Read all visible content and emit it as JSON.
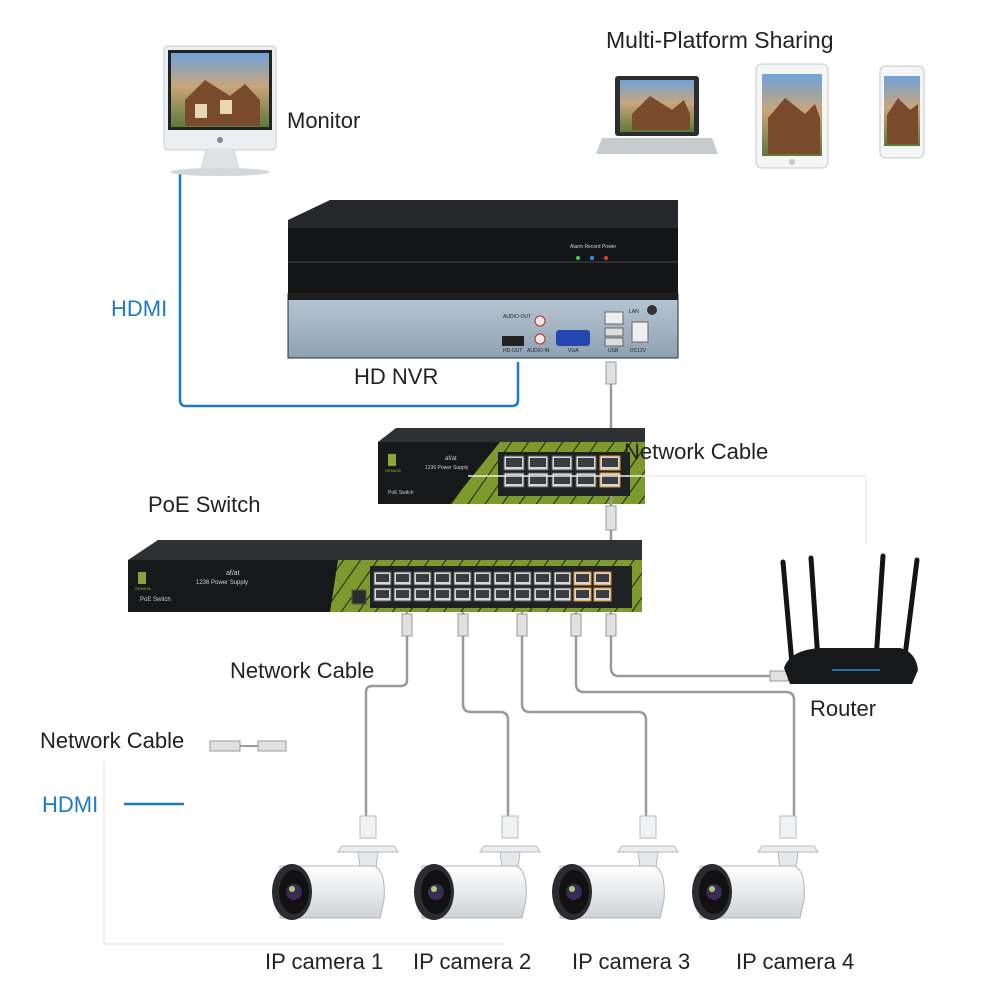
{
  "header": {
    "title": "Multi-Platform Sharing"
  },
  "devices": {
    "monitor": "Monitor",
    "nvr": "HD NVR",
    "nvr_led_text": "Alarm Record Power",
    "nvr_ports": {
      "hdmi": "HD-OUT",
      "audio_out": "AUDIO-OUT",
      "audio_in": "AUDIO-IN",
      "vga": "VGA",
      "usb": "USB",
      "lan": "LAN",
      "dc": "DC12V"
    },
    "small_switch": {
      "brand": "GENATA",
      "spec_top": "af/at",
      "spec_bottom": "1236 Power Supply",
      "model": "PoE Switch"
    },
    "big_switch": {
      "brand": "GENATA",
      "spec_top": "af/at",
      "spec_bottom": "1236 Power Supply",
      "model": "PoE Switch"
    },
    "poe_switch_label": "PoE Switch",
    "router": "Router"
  },
  "cables": {
    "nvr_switch": "Network Cable",
    "switch_cameras": "Network Cable",
    "hdmi": "HDMI"
  },
  "cameras": [
    "IP camera 1",
    "IP camera 2",
    "IP camera 3",
    "IP camera 4"
  ],
  "legend": {
    "network_cable": "Network Cable",
    "hdmi": "HDMI"
  },
  "colors": {
    "hdmi_line": "#1f7bbf",
    "network_line": "#9a9a9a",
    "device_dark": "#1b1c1e",
    "switch_accent": "#7a9a2a",
    "port_blue": "#2a8fd0",
    "port_orange": "#e88a1a"
  }
}
